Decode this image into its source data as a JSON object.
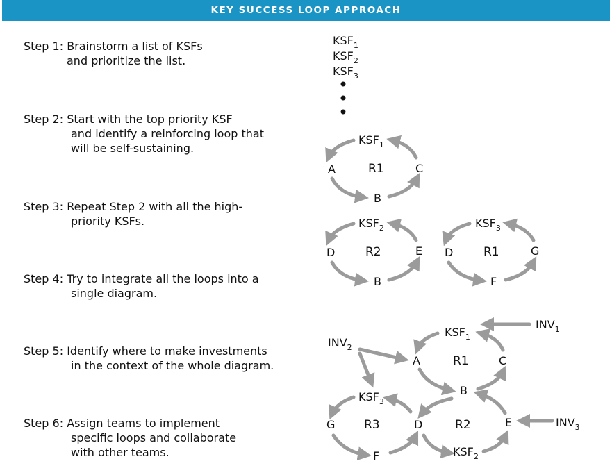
{
  "title": "KEY SUCCESS LOOP APPROACH",
  "colors": {
    "header": "#1a94c4",
    "arrow": "#9b9b9b",
    "text": "#111111"
  },
  "steps": [
    {
      "label": "Step 1:",
      "line1": "Brainstorm a list of KSFs",
      "line2": "and prioritize the list."
    },
    {
      "label": "Step 2:",
      "line1": "Start with the top priority KSF",
      "line2": "and identify a reinforcing loop that",
      "line3": "will be self-sustaining."
    },
    {
      "label": "Step 3:",
      "line1": "Repeat Step 2 with all the high-",
      "line2": "priority KSFs."
    },
    {
      "label": "Step 4:",
      "line1": "Try to integrate all the loops into a",
      "line2": "single diagram."
    },
    {
      "label": "Step 5:",
      "line1": "Identify where to make investments",
      "line2": "in the context of the whole diagram."
    },
    {
      "label": "Step 6:",
      "line1": "Assign teams to implement",
      "line2": "specific loops and collaborate",
      "line3": "with other teams."
    }
  ],
  "diagram": {
    "ksf_list": [
      {
        "base": "KSF",
        "sub": "1"
      },
      {
        "base": "KSF",
        "sub": "2"
      },
      {
        "base": "KSF",
        "sub": "3"
      }
    ],
    "loop_step2": {
      "top": {
        "base": "KSF",
        "sub": "1"
      },
      "left": "A",
      "right": "C",
      "bottom": "B",
      "center": "R1"
    },
    "loop_step3a": {
      "top": {
        "base": "KSF",
        "sub": "2"
      },
      "left": "D",
      "right": "E",
      "bottom": "B",
      "center": "R2"
    },
    "loop_step3b": {
      "top": {
        "base": "KSF",
        "sub": "3"
      },
      "left": "D",
      "right": "G",
      "bottom": "F",
      "center": "R1"
    },
    "integrated": {
      "ksf1": {
        "base": "KSF",
        "sub": "1"
      },
      "ksf2": {
        "base": "KSF",
        "sub": "2"
      },
      "ksf3": {
        "base": "KSF",
        "sub": "3"
      },
      "inv1": {
        "base": "INV",
        "sub": "1"
      },
      "inv2": {
        "base": "INV",
        "sub": "2"
      },
      "inv3": {
        "base": "INV",
        "sub": "3"
      },
      "a": "A",
      "b": "B",
      "c": "C",
      "d": "D",
      "e": "E",
      "f": "F",
      "g": "G",
      "r1": "R1",
      "r2": "R2",
      "r3": "R3"
    }
  }
}
